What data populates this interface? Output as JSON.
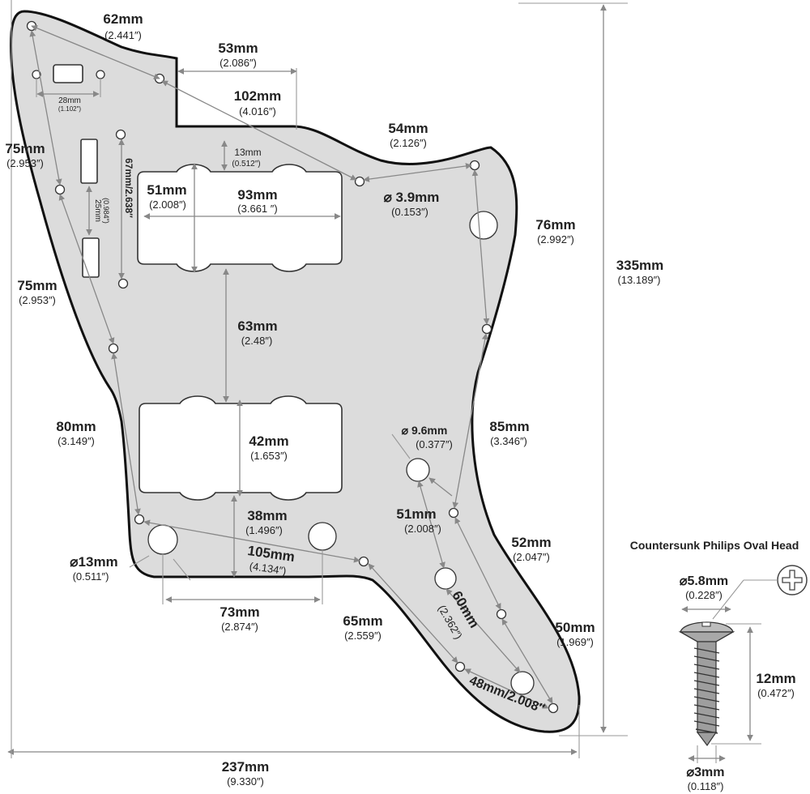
{
  "colors": {
    "guard_fill": "#dcdcdc",
    "outline": "#111111",
    "dimension_line": "#888888",
    "text": "#222222"
  },
  "dimensions": {
    "top_left_edge": {
      "value": "62mm",
      "inch": "(2.441″)"
    },
    "top_notch": {
      "value": "53mm",
      "inch": "(2.086″)"
    },
    "neck_diagonal": {
      "value": "102mm",
      "inch": "(4.016″)"
    },
    "top_right": {
      "value": "54mm",
      "inch": "(2.126″)"
    },
    "switch_spacing": {
      "value": "28mm",
      "inch": "(1.102″)"
    },
    "left_edge_upper": {
      "value": "75mm",
      "inch": "(2.953″)"
    },
    "pickup_gap_top": {
      "value": "13mm",
      "inch": "(0.512″)"
    },
    "neck_pickup_height": {
      "value": "51mm",
      "inch": "(2.008″)"
    },
    "pickup_width": {
      "value": "93mm",
      "inch": "(3.661 ″)"
    },
    "screw_hole": {
      "value": "⌀ 3.9mm",
      "inch": "(0.153″)"
    },
    "slide_switch_spacing": {
      "value": "25mm",
      "inch": "(0.984″)"
    },
    "side_span": {
      "value": "67mm/2.638″"
    },
    "right_upper": {
      "value": "76mm",
      "inch": "(2.992″)"
    },
    "total_height": {
      "value": "335mm",
      "inch": "(13.189″)"
    },
    "left_edge_mid": {
      "value": "75mm",
      "inch": "(2.953″)"
    },
    "pickup_spacing": {
      "value": "63mm",
      "inch": "(2.48″)"
    },
    "left_edge_lower": {
      "value": "80mm",
      "inch": "(3.149″)"
    },
    "bridge_pickup_height": {
      "value": "42mm",
      "inch": "(1.653″)"
    },
    "small_pot_hole": {
      "value": "⌀ 9.6mm",
      "inch": "(0.377″)"
    },
    "right_mid": {
      "value": "85mm",
      "inch": "(3.346″)"
    },
    "bottom_gap": {
      "value": "38mm",
      "inch": "(1.496″)"
    },
    "control_diag": {
      "value": "105mm",
      "inch": "(4.134″)"
    },
    "pot_hole": {
      "value": "⌀13mm",
      "inch": "(0.511″)"
    },
    "jack_spacing": {
      "value": "51mm",
      "inch": "(2.008″)"
    },
    "lower_right": {
      "value": "52mm",
      "inch": "(2.047″)"
    },
    "pot_spacing": {
      "value": "73mm",
      "inch": "(2.874″)"
    },
    "lower_diag": {
      "value": "60mm",
      "inch": "(2.362″)"
    },
    "lower_left_diag": {
      "value": "65mm",
      "inch": "(2.559″)"
    },
    "horn_tip": {
      "value": "50mm",
      "inch": "(1.969″)"
    },
    "tail_diag": {
      "value": "48mm/2.008″"
    },
    "total_width": {
      "value": "237mm",
      "inch": "(9.330″)"
    }
  },
  "screw": {
    "title": "Countersunk Philips Oval Head",
    "head_diameter": {
      "value": "⌀5.8mm",
      "inch": "(0.228″)"
    },
    "length": {
      "value": "12mm",
      "inch": "(0.472″)"
    },
    "shank_diameter": {
      "value": "⌀3mm",
      "inch": "(0.118″)"
    }
  }
}
